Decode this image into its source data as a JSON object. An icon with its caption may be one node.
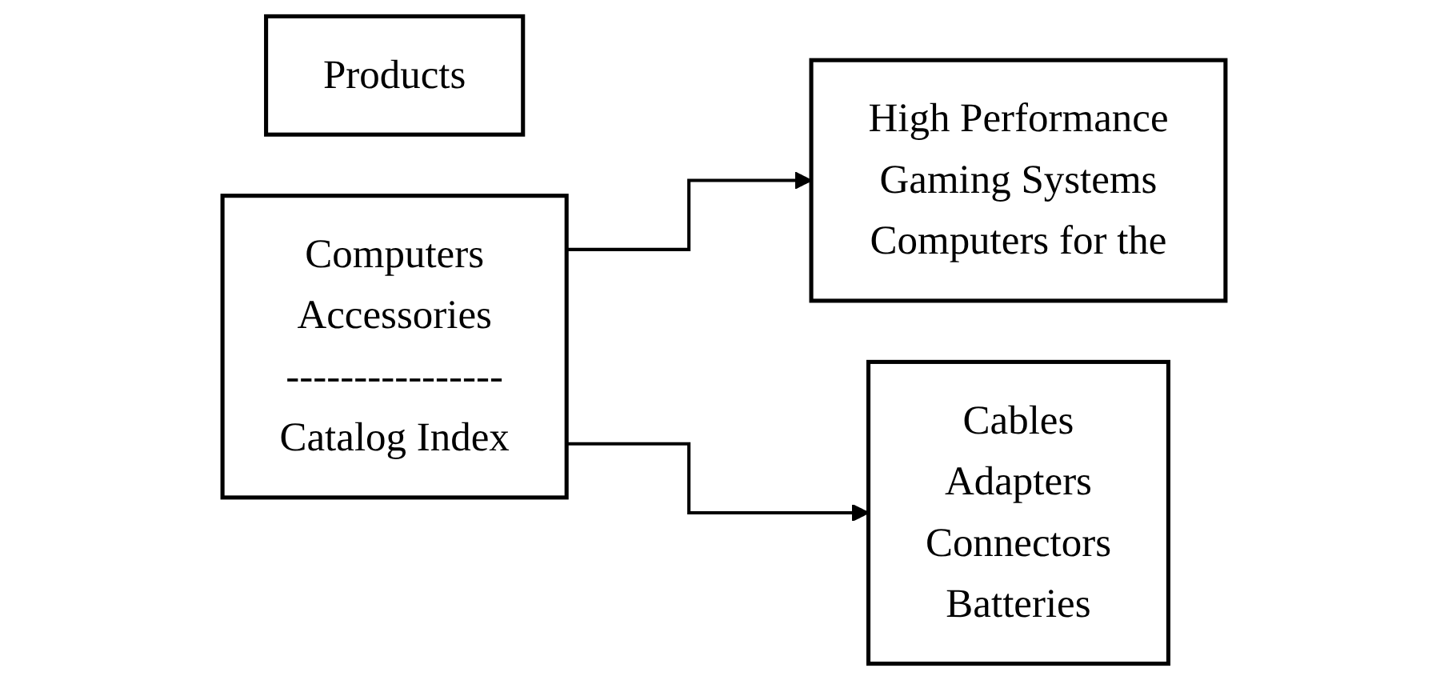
{
  "diagram": {
    "nodes": [
      {
        "text": [
          "Products"
        ]
      },
      {
        "text": [
          "Computers",
          "Accessories",
          "----------------",
          "Catalog Index"
        ]
      },
      {
        "text": [
          "High Performance",
          "Gaming Systems",
          "Computers for the"
        ]
      },
      {
        "text": [
          "Cables",
          "Adapters",
          "Connectors",
          "Batteries"
        ]
      }
    ],
    "edges": [
      {
        "from": 1,
        "to": 2,
        "arrow": "to"
      },
      {
        "from": 1,
        "to": 3,
        "arrow": "to"
      }
    ]
  }
}
